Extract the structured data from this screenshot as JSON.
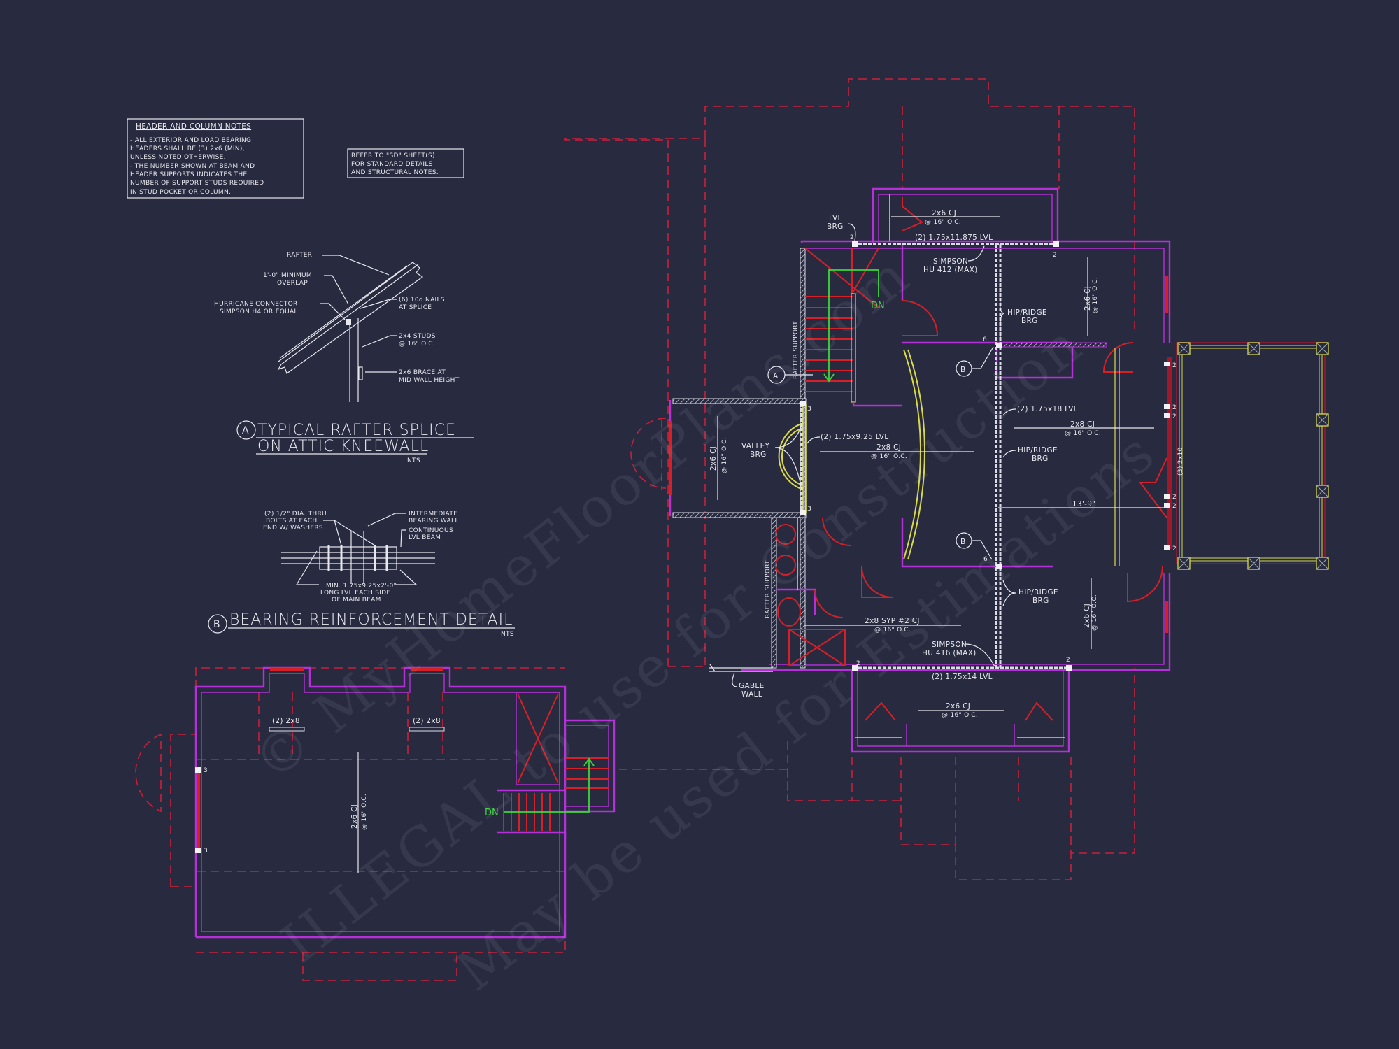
{
  "colors": {
    "background": "#282b40",
    "walls": "#b530d8",
    "roof_outline_dashed": "#c8203a",
    "windows_doors_stairs": "#d61f26",
    "beams_posts": "#d9d94a",
    "stair_arrows": "#3dd63d",
    "annotations": "#e8e8ee"
  },
  "notes": {
    "header_column": {
      "title": "HEADER AND COLUMN NOTES",
      "lines": [
        "- ALL EXTERIOR AND LOAD BEARING",
        "HEADERS SHALL BE (3) 2x6 (MIN),",
        "UNLESS NOTED OTHERWISE.",
        "- THE NUMBER SHOWN AT BEAM AND",
        "HEADER SUPPORTS INDICATES THE",
        "NUMBER OF SUPPORT STUDS REQUIRED",
        "IN STUD POCKET OR COLUMN."
      ]
    },
    "refer_sd": {
      "lines": [
        "REFER TO \"SD\" SHEET(S)",
        "FOR STANDARD DETAILS",
        "AND STRUCTURAL NOTES."
      ]
    }
  },
  "detail_a": {
    "marker": "A",
    "title_line1": "TYPICAL RAFTER SPLICE",
    "title_line2": "ON ATTIC KNEEWALL",
    "scale": "NTS",
    "callouts": {
      "rafter": "RAFTER",
      "overlap_1": "1'-0\" MINIMUM",
      "overlap_2": "OVERLAP",
      "hurricane_1": "HURRICANE CONNECTOR",
      "hurricane_2": "SIMPSON H4 OR EQUAL",
      "nails_1": "(6) 10d NAILS",
      "nails_2": "AT SPLICE",
      "studs_1": "2x4 STUDS",
      "studs_2": "@ 16\" O.C.",
      "brace_1": "2x6 BRACE AT",
      "brace_2": "MID WALL HEIGHT"
    }
  },
  "detail_b": {
    "marker": "B",
    "title": "BEARING REINFORCEMENT DETAIL",
    "scale": "NTS",
    "callouts": {
      "bolts_1": "(2) 1/2\" DIA. THRU",
      "bolts_2": "BOLTS AT EACH",
      "bolts_3": "END W/ WASHERS",
      "wall_1": "INTERMEDIATE",
      "wall_2": "BEARING WALL",
      "beam_1": "CONTINUOUS",
      "beam_2": "LVL BEAM",
      "lvl_1": "MIN. 1.75x9.25x2'-0\"",
      "lvl_2": "LONG LVL EACH SIDE",
      "lvl_3": "OF MAIN BEAM"
    }
  },
  "upper_plan": {
    "labels": {
      "lvl_brg_1": "LVL",
      "lvl_brg_2": "BRG",
      "cj_top_1": "2x6 CJ",
      "cj_top_2": "@ 16\" O.C.",
      "lvl_top": "(2) 1.75x11.875 LVL",
      "simpson_top_1": "SIMPSON",
      "simpson_top_2": "HU 412 (MAX)",
      "hip_ridge_1a": "HIP/RIDGE",
      "hip_ridge_1b": "BRG",
      "cj_right_top_1": "2x6 CJ",
      "cj_right_top_2": "@ 16\" O.C.",
      "rafter_support_upper": "RAFTER SUPPORT",
      "stair_dn": "DN",
      "detail_a_marker": "A",
      "detail_b_marker_1": "B",
      "detail_b_marker_2": "B",
      "lvl_18": "(2) 1.75x18 LVL",
      "cj_2x8_right_1": "2x8 CJ",
      "cj_2x8_right_2": "@ 16\" O.C.",
      "hip_ridge_2a": "HIP/RIDGE",
      "hip_ridge_2b": "BRG",
      "header_3_2x10": "(3) 2x10",
      "dim_13_9": "13'-9\"",
      "cj_left_wing_1": "2x6 CJ",
      "cj_left_wing_2": "@ 16\" O.C.",
      "valley_brg_1": "VALLEY",
      "valley_brg_2": "BRG",
      "lvl_925": "(2) 1.75x9.25 LVL",
      "cj_2x8_center_1": "2x8 CJ",
      "cj_2x8_center_2": "@ 16\" O.C.",
      "rafter_support_lower": "RAFTER SUPPORT",
      "cj_syp_1": "2x8 SYP #2 CJ",
      "cj_syp_2": "@ 16\" O.C.",
      "simpson_bot_1": "SIMPSON",
      "simpson_bot_2": "HU 416 (MAX)",
      "hip_ridge_3a": "HIP/RIDGE",
      "hip_ridge_3b": "BRG",
      "cj_right_bot_1": "2x6 CJ",
      "cj_right_bot_2": "@ 16\" O.C.",
      "gable_wall_1": "GABLE",
      "gable_wall_2": "WALL",
      "lvl_14": "(2) 1.75x14 LVL",
      "cj_bottom_1": "2x6 CJ",
      "cj_bottom_2": "@ 16\" O.C."
    },
    "stud_counts": {
      "lvl_brg": "2",
      "top_right": "2",
      "hip_top": "6",
      "wing_top": "3",
      "wing_bot": "3",
      "hip_bot": "6",
      "bot_left": "2",
      "bot_right": "2",
      "porch_1": "2",
      "porch_2": "2",
      "porch_3": "2",
      "porch_4": "2",
      "porch_5": "2",
      "porch_6": "2"
    }
  },
  "attic_plan": {
    "labels": {
      "header_left": "(2) 2x8",
      "header_right": "(2) 2x8",
      "cj_1": "2x6 CJ",
      "cj_2": "@ 16\" O.C.",
      "stair_dn": "DN"
    },
    "stud_counts": {
      "window_top": "3",
      "window_bot": "3"
    }
  },
  "watermark": {
    "line1": "© MyHomeFloorPlans.com",
    "line2": "ILLEGAL to use for Construction",
    "line3": "May be used for Estimations"
  }
}
